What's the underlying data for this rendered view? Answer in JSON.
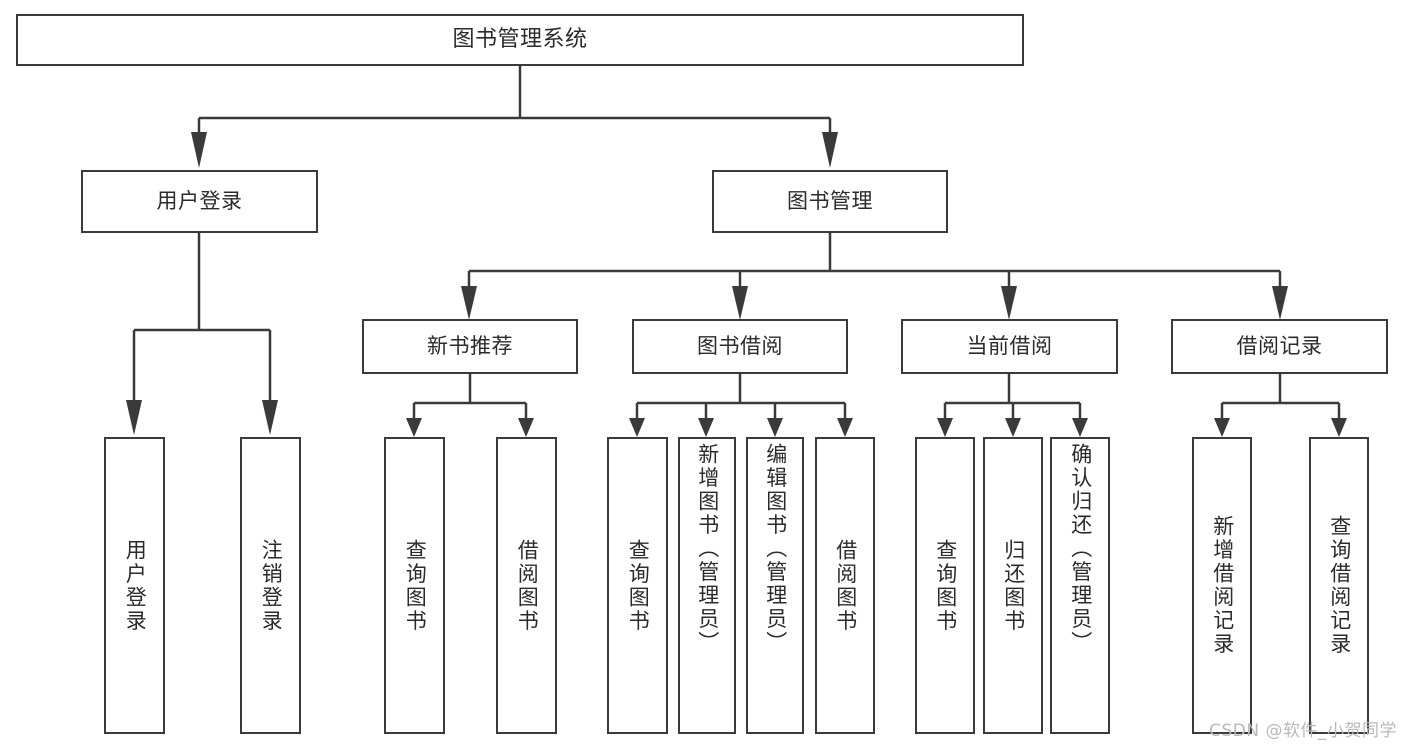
{
  "diagram": {
    "title": "图书管理系统",
    "type": "tree-hierarchy-chart",
    "colors": {
      "box_border": "#3a3a3a",
      "box_fill": "#ffffff",
      "edge": "#3a3a3a",
      "text": "#2b2b2b",
      "watermark": "#b9b9b9",
      "background": "#ffffff"
    },
    "watermark": "CSDN @软件_小贺同学",
    "levels": {
      "root": {
        "id": "root",
        "label": "图书管理系统",
        "orientation": "horizontal"
      },
      "level2": [
        {
          "id": "user-login",
          "label": "用户登录",
          "orientation": "horizontal"
        },
        {
          "id": "book-management",
          "label": "图书管理",
          "orientation": "horizontal"
        }
      ],
      "level3": [
        {
          "id": "new-book-recommend",
          "label": "新书推荐",
          "orientation": "horizontal",
          "parent": "book-management"
        },
        {
          "id": "book-borrow",
          "label": "图书借阅",
          "orientation": "horizontal",
          "parent": "book-management"
        },
        {
          "id": "current-borrow",
          "label": "当前借阅",
          "orientation": "horizontal",
          "parent": "book-management"
        },
        {
          "id": "borrow-record",
          "label": "借阅记录",
          "orientation": "horizontal",
          "parent": "book-management"
        }
      ],
      "leaves": [
        {
          "id": "leaf-user-login",
          "label": "用户登录",
          "orientation": "vertical",
          "parent": "user-login"
        },
        {
          "id": "leaf-user-logout",
          "label": "注销登录",
          "orientation": "vertical",
          "parent": "user-login"
        },
        {
          "id": "leaf-query-book-1",
          "label": "查询图书",
          "orientation": "vertical",
          "parent": "new-book-recommend"
        },
        {
          "id": "leaf-borrow-book-1",
          "label": "借阅图书",
          "orientation": "vertical",
          "parent": "new-book-recommend"
        },
        {
          "id": "leaf-query-book-2",
          "label": "查询图书",
          "orientation": "vertical",
          "parent": "book-borrow"
        },
        {
          "id": "leaf-add-book",
          "label": "新增图书（管理员）",
          "orientation": "vertical",
          "parent": "book-borrow"
        },
        {
          "id": "leaf-edit-book",
          "label": "编辑图书（管理员）",
          "orientation": "vertical",
          "parent": "book-borrow"
        },
        {
          "id": "leaf-borrow-book-2",
          "label": "借阅图书",
          "orientation": "vertical",
          "parent": "book-borrow"
        },
        {
          "id": "leaf-query-book-3",
          "label": "查询图书",
          "orientation": "vertical",
          "parent": "current-borrow"
        },
        {
          "id": "leaf-return-book",
          "label": "归还图书",
          "orientation": "vertical",
          "parent": "current-borrow"
        },
        {
          "id": "leaf-confirm-return",
          "label": "确认归还（管理员）",
          "orientation": "vertical",
          "parent": "current-borrow"
        },
        {
          "id": "leaf-add-record",
          "label": "新增借阅记录",
          "orientation": "vertical",
          "parent": "borrow-record"
        },
        {
          "id": "leaf-query-record",
          "label": "查询借阅记录",
          "orientation": "vertical",
          "parent": "borrow-record"
        }
      ]
    }
  }
}
